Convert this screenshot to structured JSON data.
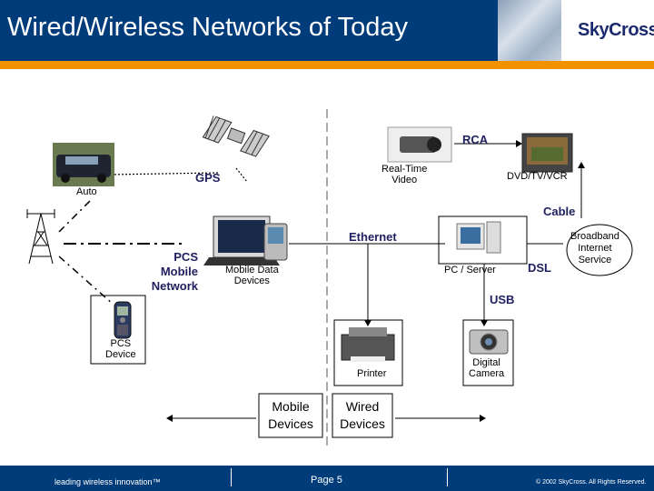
{
  "slide": {
    "title": "Wired/Wireless Networks of Today",
    "logo": "SkyCross"
  },
  "labels": {
    "rca": "RCA",
    "gps": "GPS",
    "auto": "Auto",
    "realtime_video": "Real-Time\nVideo",
    "dvd_tv_vcr": "DVD/TV/VCR",
    "cable": "Cable",
    "ethernet": "Ethernet",
    "broadband": "Broadband\nInternet\nService",
    "pcs_mobile_network": "PCS\nMobile\nNetwork",
    "mobile_data_devices": "Mobile Data\nDevices",
    "pc_server": "PC / Server",
    "dsl": "DSL",
    "usb": "USB",
    "pcs_device": "PCS\nDevice",
    "printer": "Printer",
    "digital_camera": "Digital\nCamera",
    "mobile_devices": "Mobile\nDevices",
    "wired_devices": "Wired\nDevices"
  },
  "footer": {
    "tagline": "leading wireless innovation™",
    "page": "Page 5",
    "copyright": "© 2002 SkyCross.  All Rights Reserved."
  },
  "colors": {
    "header": "#003b7a",
    "accent": "#f39200",
    "label_blue": "#1f1f5f"
  }
}
